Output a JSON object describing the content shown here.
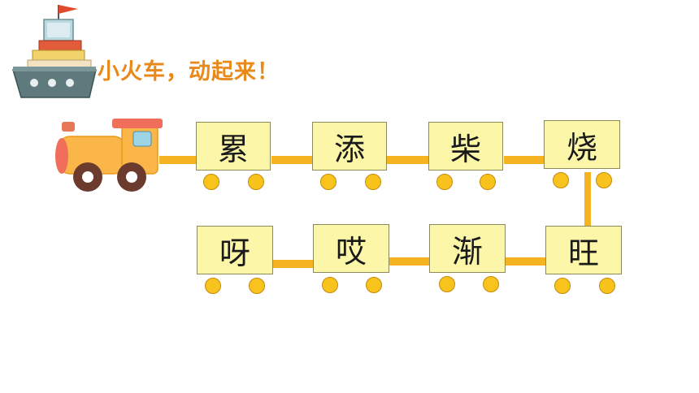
{
  "heading": "小火车，动起来！",
  "train": {
    "row1": [
      "累",
      "添",
      "柴",
      "烧"
    ],
    "row2": [
      "呀",
      "哎",
      "渐",
      "旺"
    ]
  },
  "colors": {
    "heading": "#E8891A",
    "car_fill": "#FBF6A8",
    "connector": "#F5B321",
    "wheel": "#F7C31C"
  },
  "icons": [
    "sailboat-icon",
    "locomotive-icon"
  ]
}
